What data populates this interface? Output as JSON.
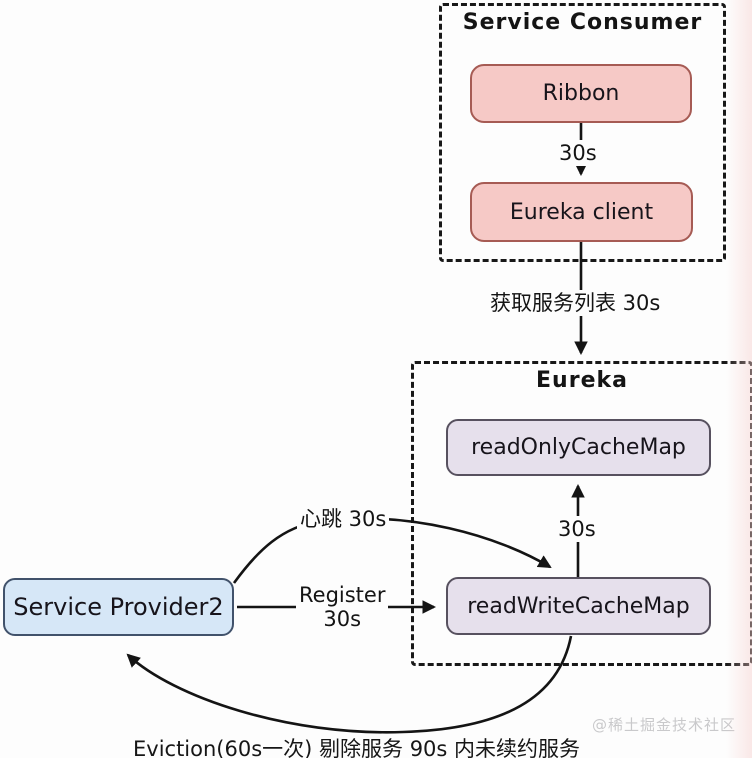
{
  "groups": {
    "consumer": {
      "title": "Service Consumer"
    },
    "eureka": {
      "title": "Eureka"
    }
  },
  "nodes": {
    "ribbon": {
      "label": "Ribbon"
    },
    "eureka_client": {
      "label": "Eureka client"
    },
    "read_only_cache_map": {
      "label": "readOnlyCacheMap"
    },
    "read_write_cache_map": {
      "label": "readWriteCacheMap"
    },
    "service_provider2": {
      "label": "Service Provider2"
    }
  },
  "edges": {
    "ribbon_to_client": {
      "from": "Ribbon",
      "to": "Eureka client",
      "label": "30s"
    },
    "client_to_eureka": {
      "from": "Eureka client",
      "to": "Eureka",
      "label": "获取服务列表 30s"
    },
    "readwrite_to_readonly": {
      "from": "readWriteCacheMap",
      "to": "readOnlyCacheMap",
      "label": "30s"
    },
    "heartbeat": {
      "from": "Service Provider2",
      "to": "readWriteCacheMap",
      "label": "心跳 30s"
    },
    "register": {
      "from": "Service Provider2",
      "to": "readWriteCacheMap",
      "label_line1": "Register",
      "label_line2": "30s"
    },
    "eviction": {
      "from": "readWriteCacheMap",
      "to": "Service Provider2",
      "label": "Eviction(60s一次) 剔除服务 90s 内未续约服务"
    }
  },
  "watermark": "@稀土掘金技术社区",
  "colors": {
    "background": "#fdfdfd",
    "pink_fill": "#f6c9c6",
    "pink_border": "#a65b54",
    "lavender_fill": "#e6e0ec",
    "lavender_border": "#57515f",
    "blue_fill": "#d6e7f7",
    "blue_border": "#41526b",
    "line": "#141414",
    "watermark_text": "#c9c9cb"
  }
}
